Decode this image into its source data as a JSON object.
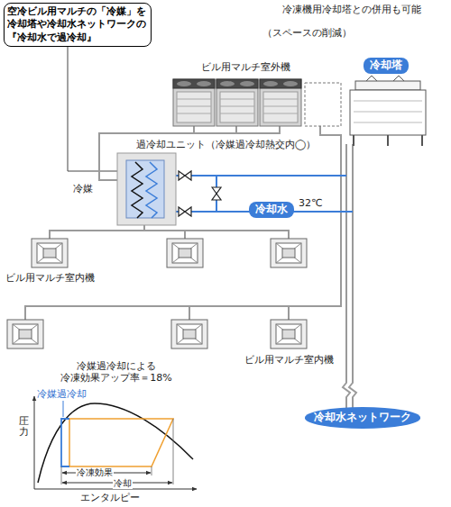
{
  "diagram": {
    "nodes": [
      {
        "text": [
          "空冷ビル用マルチの「冷媒」を 冷却塔や冷却水ネットワークの 『冷却水で過冷却』"
        ]
      },
      {
        "text": [
          "冷却塔"
        ]
      },
      {
        "text": [
          "冷却水"
        ]
      },
      {
        "text": [
          "冷却水ネットワーク"
        ]
      }
    ],
    "labels": [
      "冷凍機用冷却塔との併用も可能",
      "（スペースの削減）",
      "ビル用マルチ室外機",
      "過冷却ユニット（冷媒過冷却熱交内◯）",
      "冷媒",
      "32℃",
      "ビル用マルチ室内機",
      "ビル用マルチ室内機",
      "冷媒過冷却による 冷凍効果アップ率＝18%",
      "冷媒過冷却",
      "圧力",
      "冷凍効果",
      "冷却",
      "エンタルピー"
    ]
  }
}
